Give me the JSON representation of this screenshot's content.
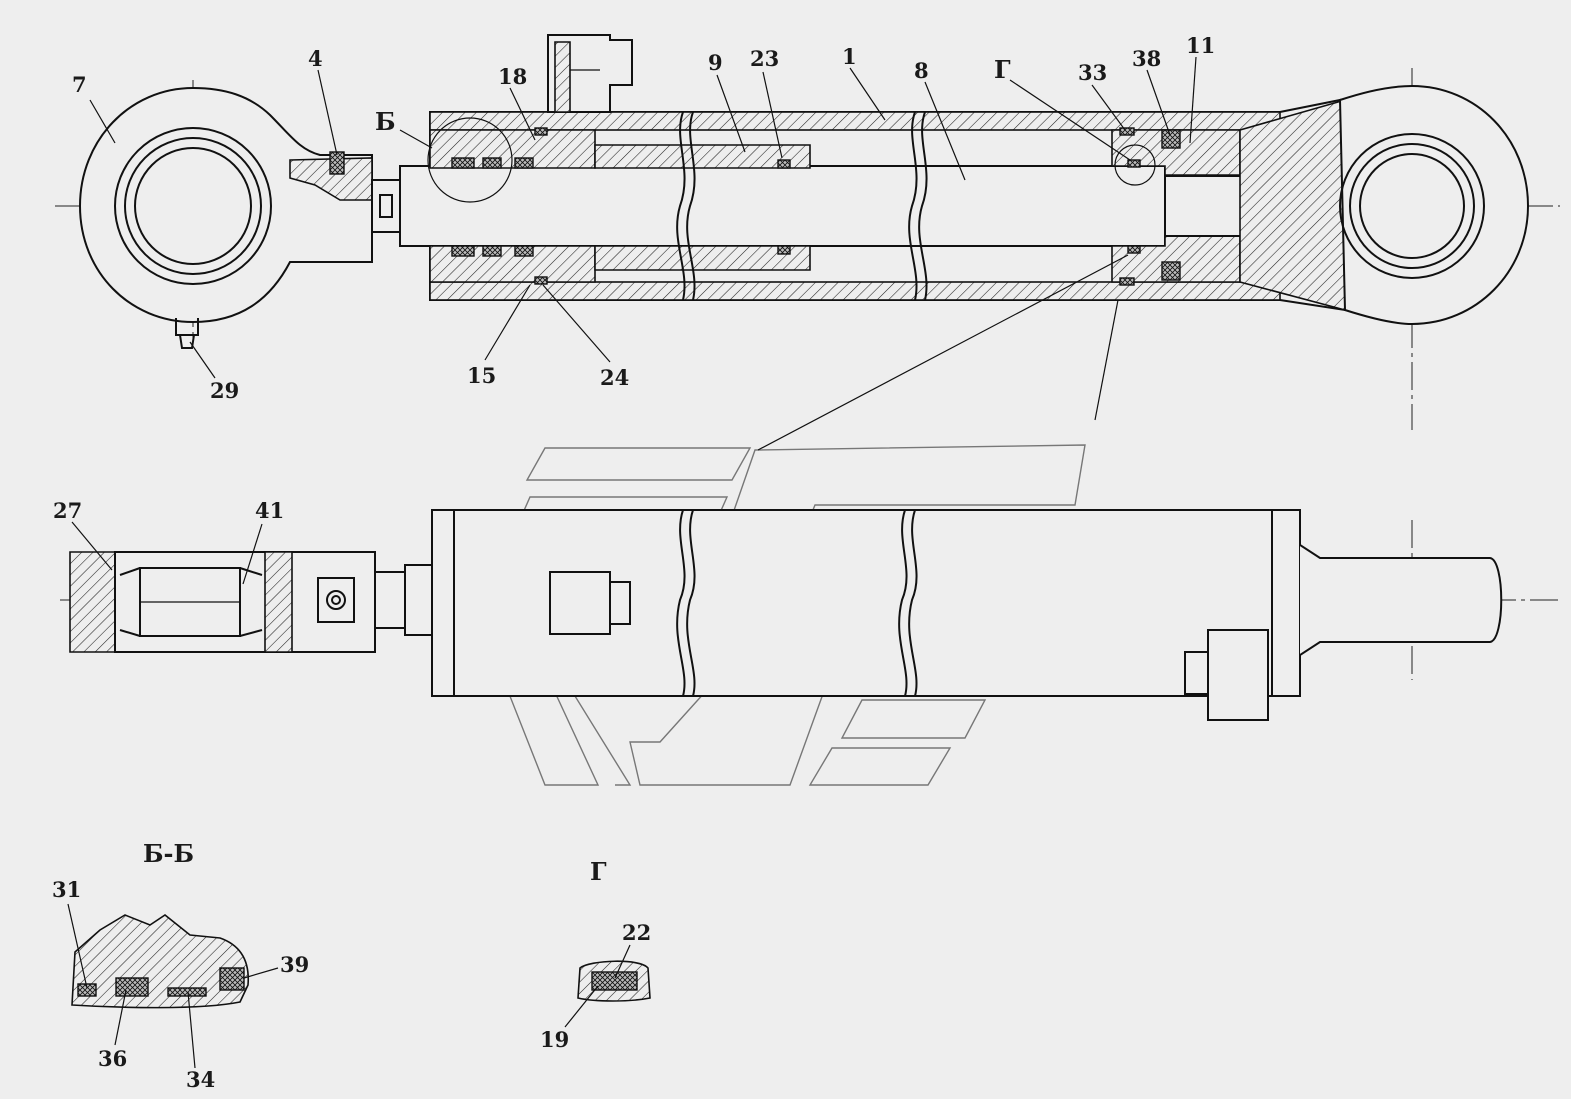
{
  "main_labels": [
    {
      "id": "7",
      "text": "7"
    },
    {
      "id": "4",
      "text": "4"
    },
    {
      "id": "B",
      "text": "Б"
    },
    {
      "id": "18",
      "text": "18"
    },
    {
      "id": "9",
      "text": "9"
    },
    {
      "id": "23",
      "text": "23"
    },
    {
      "id": "1",
      "text": "1"
    },
    {
      "id": "8",
      "text": "8"
    },
    {
      "id": "G",
      "text": "Г"
    },
    {
      "id": "33",
      "text": "33"
    },
    {
      "id": "38",
      "text": "38"
    },
    {
      "id": "11",
      "text": "11"
    },
    {
      "id": "29",
      "text": "29"
    },
    {
      "id": "15",
      "text": "15"
    },
    {
      "id": "24",
      "text": "24"
    },
    {
      "id": "27",
      "text": "27"
    },
    {
      "id": "41",
      "text": "41"
    }
  ],
  "section_bb": {
    "title": "Б-Б",
    "labels": [
      "31",
      "39",
      "36",
      "34"
    ]
  },
  "detail_g": {
    "title": "Г",
    "labels": [
      "22",
      "19"
    ]
  }
}
